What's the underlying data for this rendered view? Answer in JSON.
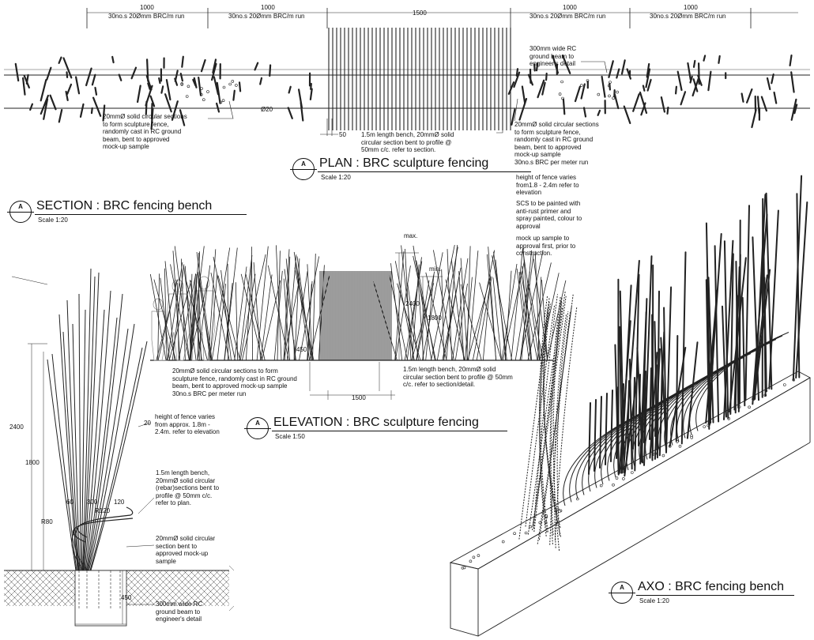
{
  "titles": {
    "plan": {
      "letter": "A",
      "text": "PLAN : BRC sculpture fencing",
      "scale": "Scale 1:20"
    },
    "section": {
      "letter": "A",
      "text": "SECTION : BRC fencing bench",
      "scale": "Scale 1:20"
    },
    "elevation": {
      "letter": "A",
      "text": "ELEVATION : BRC sculpture fencing",
      "scale": "Scale 1:50"
    },
    "axo": {
      "letter": "A",
      "text": "AXO : BRC fencing bench",
      "scale": "Scale 1:20"
    }
  },
  "plan": {
    "dim_run_1": "1000",
    "dim_run_1_label": "30no.s 20Ømm BRC/m run",
    "dim_run_2": "1000",
    "dim_run_2_label": "30no.s 20Ømm BRC/m run",
    "dim_bench": "1500",
    "dim_run_3": "1000",
    "dim_run_3_label": "30no.s 20Ømm BRC/m run",
    "dim_run_4": "1000",
    "dim_run_4_label": "30no.s 20Ømm BRC/m run",
    "dim_dia": "Ø20",
    "dim_spacing": "50",
    "note_beam": "300mm wide RC\nground beam to\nengineer's detail",
    "note_sections_left": "20mmØ solid circular sections\nto form sculpture fence,\nrandomly cast in RC ground\nbeam, bent to approved\nmock-up sample",
    "note_bench": "1.5m length bench, 20mmØ solid\ncircular section bent to profile @\n50mm c/c. refer to section."
  },
  "right_notes": {
    "note_sections": "20mmØ solid circular sections\nto form sculpture fence,\nrandomly cast in RC ground\nbeam, bent to approved\nmock-up sample\n30no.s BRC per meter run",
    "note_height": "height of fence varies\nfrom1.8 - 2.4m refer to\nelevation",
    "note_paint": "SCS to be painted with\nanti-rust primer and\nspray painted, colour to\napproval",
    "note_mockup": "mock up sample to\napproval first, prior to\nconstruction."
  },
  "elevation": {
    "dim_max": "max.",
    "dim_min": "min.",
    "dim_2400": "2400",
    "dim_1800": "1800",
    "dim_450": "450",
    "dim_1500": "1500",
    "note_left": "20mmØ solid circular sections to form\nsculpture fence, randomly cast in RC ground\nbeam, bent to approved mock-up sample\n30no.s BRC per meter run",
    "note_right": "1.5m length bench, 20mmØ solid\ncircular section bent to profile @ 50mm\nc/c. refer to section/detail."
  },
  "section": {
    "dim_2400": "2400",
    "dim_1800": "1800",
    "dim_20": "20",
    "dim_60": "60",
    "dim_300": "300",
    "dim_120": "120",
    "dim_r120": "R120",
    "dim_r80": "R80",
    "dim_450": "450",
    "note_height": "height of fence varies\nfrom approx. 1.8m -\n2.4m. refer to elevation",
    "note_bench": "1.5m length bench,\n20mmØ solid circular\n(rebar)sections bent to\nprofile @ 50mm c/c.\nrefer to plan.",
    "note_section": "20mmØ solid circular\nsection bent to\napproved mock-up\nsample",
    "note_beam": "300mm wide RC\nground beam to\nengineer's detail"
  }
}
